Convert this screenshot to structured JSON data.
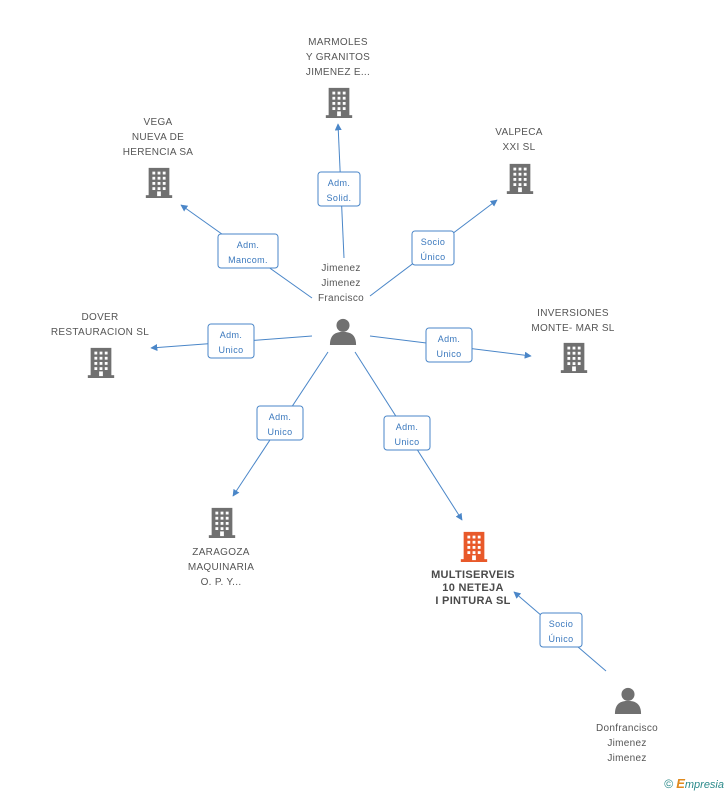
{
  "nodes": [
    {
      "id": "marmoles",
      "type": "company",
      "label": [
        "MARMOLES",
        "Y GRANITOS",
        "JIMENEZ E..."
      ]
    },
    {
      "id": "vega",
      "type": "company",
      "label": [
        "VEGA",
        "NUEVA DE",
        "HERENCIA SA"
      ]
    },
    {
      "id": "valpeca",
      "type": "company",
      "label": [
        "VALPECA",
        "XXI SL"
      ]
    },
    {
      "id": "dover",
      "type": "company",
      "label": [
        "DOVER",
        "RESTAURACION SL"
      ]
    },
    {
      "id": "inversiones",
      "type": "company",
      "label": [
        "INVERSIONES",
        "MONTE- MAR SL"
      ]
    },
    {
      "id": "zaragoza",
      "type": "company",
      "label": [
        "ZARAGOZA",
        "MAQUINARIA",
        "O. P. Y..."
      ]
    },
    {
      "id": "multiserveis",
      "type": "company",
      "highlight": true,
      "label": [
        "MULTISERVEIS",
        "10 NETEJA",
        "I PINTURA SL"
      ]
    },
    {
      "id": "jimenez",
      "type": "person",
      "label": [
        "Jimenez",
        "Jimenez",
        "Francisco"
      ]
    },
    {
      "id": "donfrancisco",
      "type": "person",
      "label": [
        "Donfrancisco",
        "Jimenez",
        "Jimenez"
      ]
    }
  ],
  "edges": [
    {
      "from": "jimenez",
      "to": "marmoles",
      "label": [
        "Adm.",
        "Solid."
      ]
    },
    {
      "from": "jimenez",
      "to": "vega",
      "label": [
        "Adm.",
        "Mancom."
      ]
    },
    {
      "from": "jimenez",
      "to": "valpeca",
      "label": [
        "Socio",
        "Único"
      ]
    },
    {
      "from": "jimenez",
      "to": "dover",
      "label": [
        "Adm.",
        "Unico"
      ]
    },
    {
      "from": "jimenez",
      "to": "inversiones",
      "label": [
        "Adm.",
        "Unico"
      ]
    },
    {
      "from": "jimenez",
      "to": "zaragoza",
      "label": [
        "Adm.",
        "Unico"
      ]
    },
    {
      "from": "jimenez",
      "to": "multiserveis",
      "label": [
        "Adm.",
        "Unico"
      ]
    },
    {
      "from": "donfrancisco",
      "to": "multiserveis",
      "label": [
        "Socio",
        "Único"
      ]
    }
  ],
  "colors": {
    "edge": "#4a86c8",
    "company": "#707070",
    "highlight": "#e8592a",
    "person": "#707070"
  },
  "footer": {
    "copyright": "©",
    "brand_initial": "E",
    "brand_rest": "mpresia"
  }
}
